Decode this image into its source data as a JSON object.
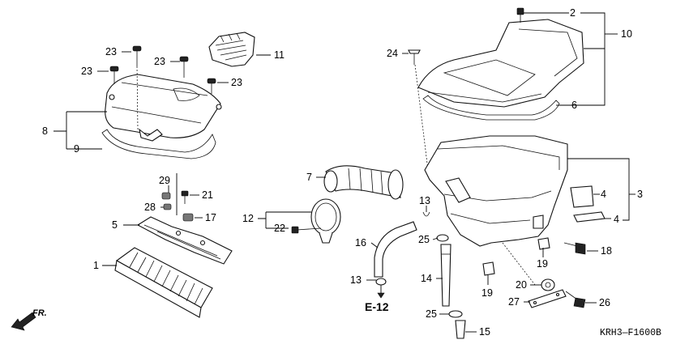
{
  "diagram": {
    "callouts": [
      "1",
      "2",
      "3",
      "4",
      "5",
      "6",
      "7",
      "8",
      "9",
      "10",
      "11",
      "12",
      "13",
      "14",
      "15",
      "16",
      "17",
      "18",
      "19",
      "20",
      "21",
      "22",
      "23",
      "24",
      "25",
      "26",
      "27",
      "28",
      "29"
    ],
    "ref_label": "E-12",
    "direction_label": "FR.",
    "drawing_code": "KRH3—F1600B"
  }
}
